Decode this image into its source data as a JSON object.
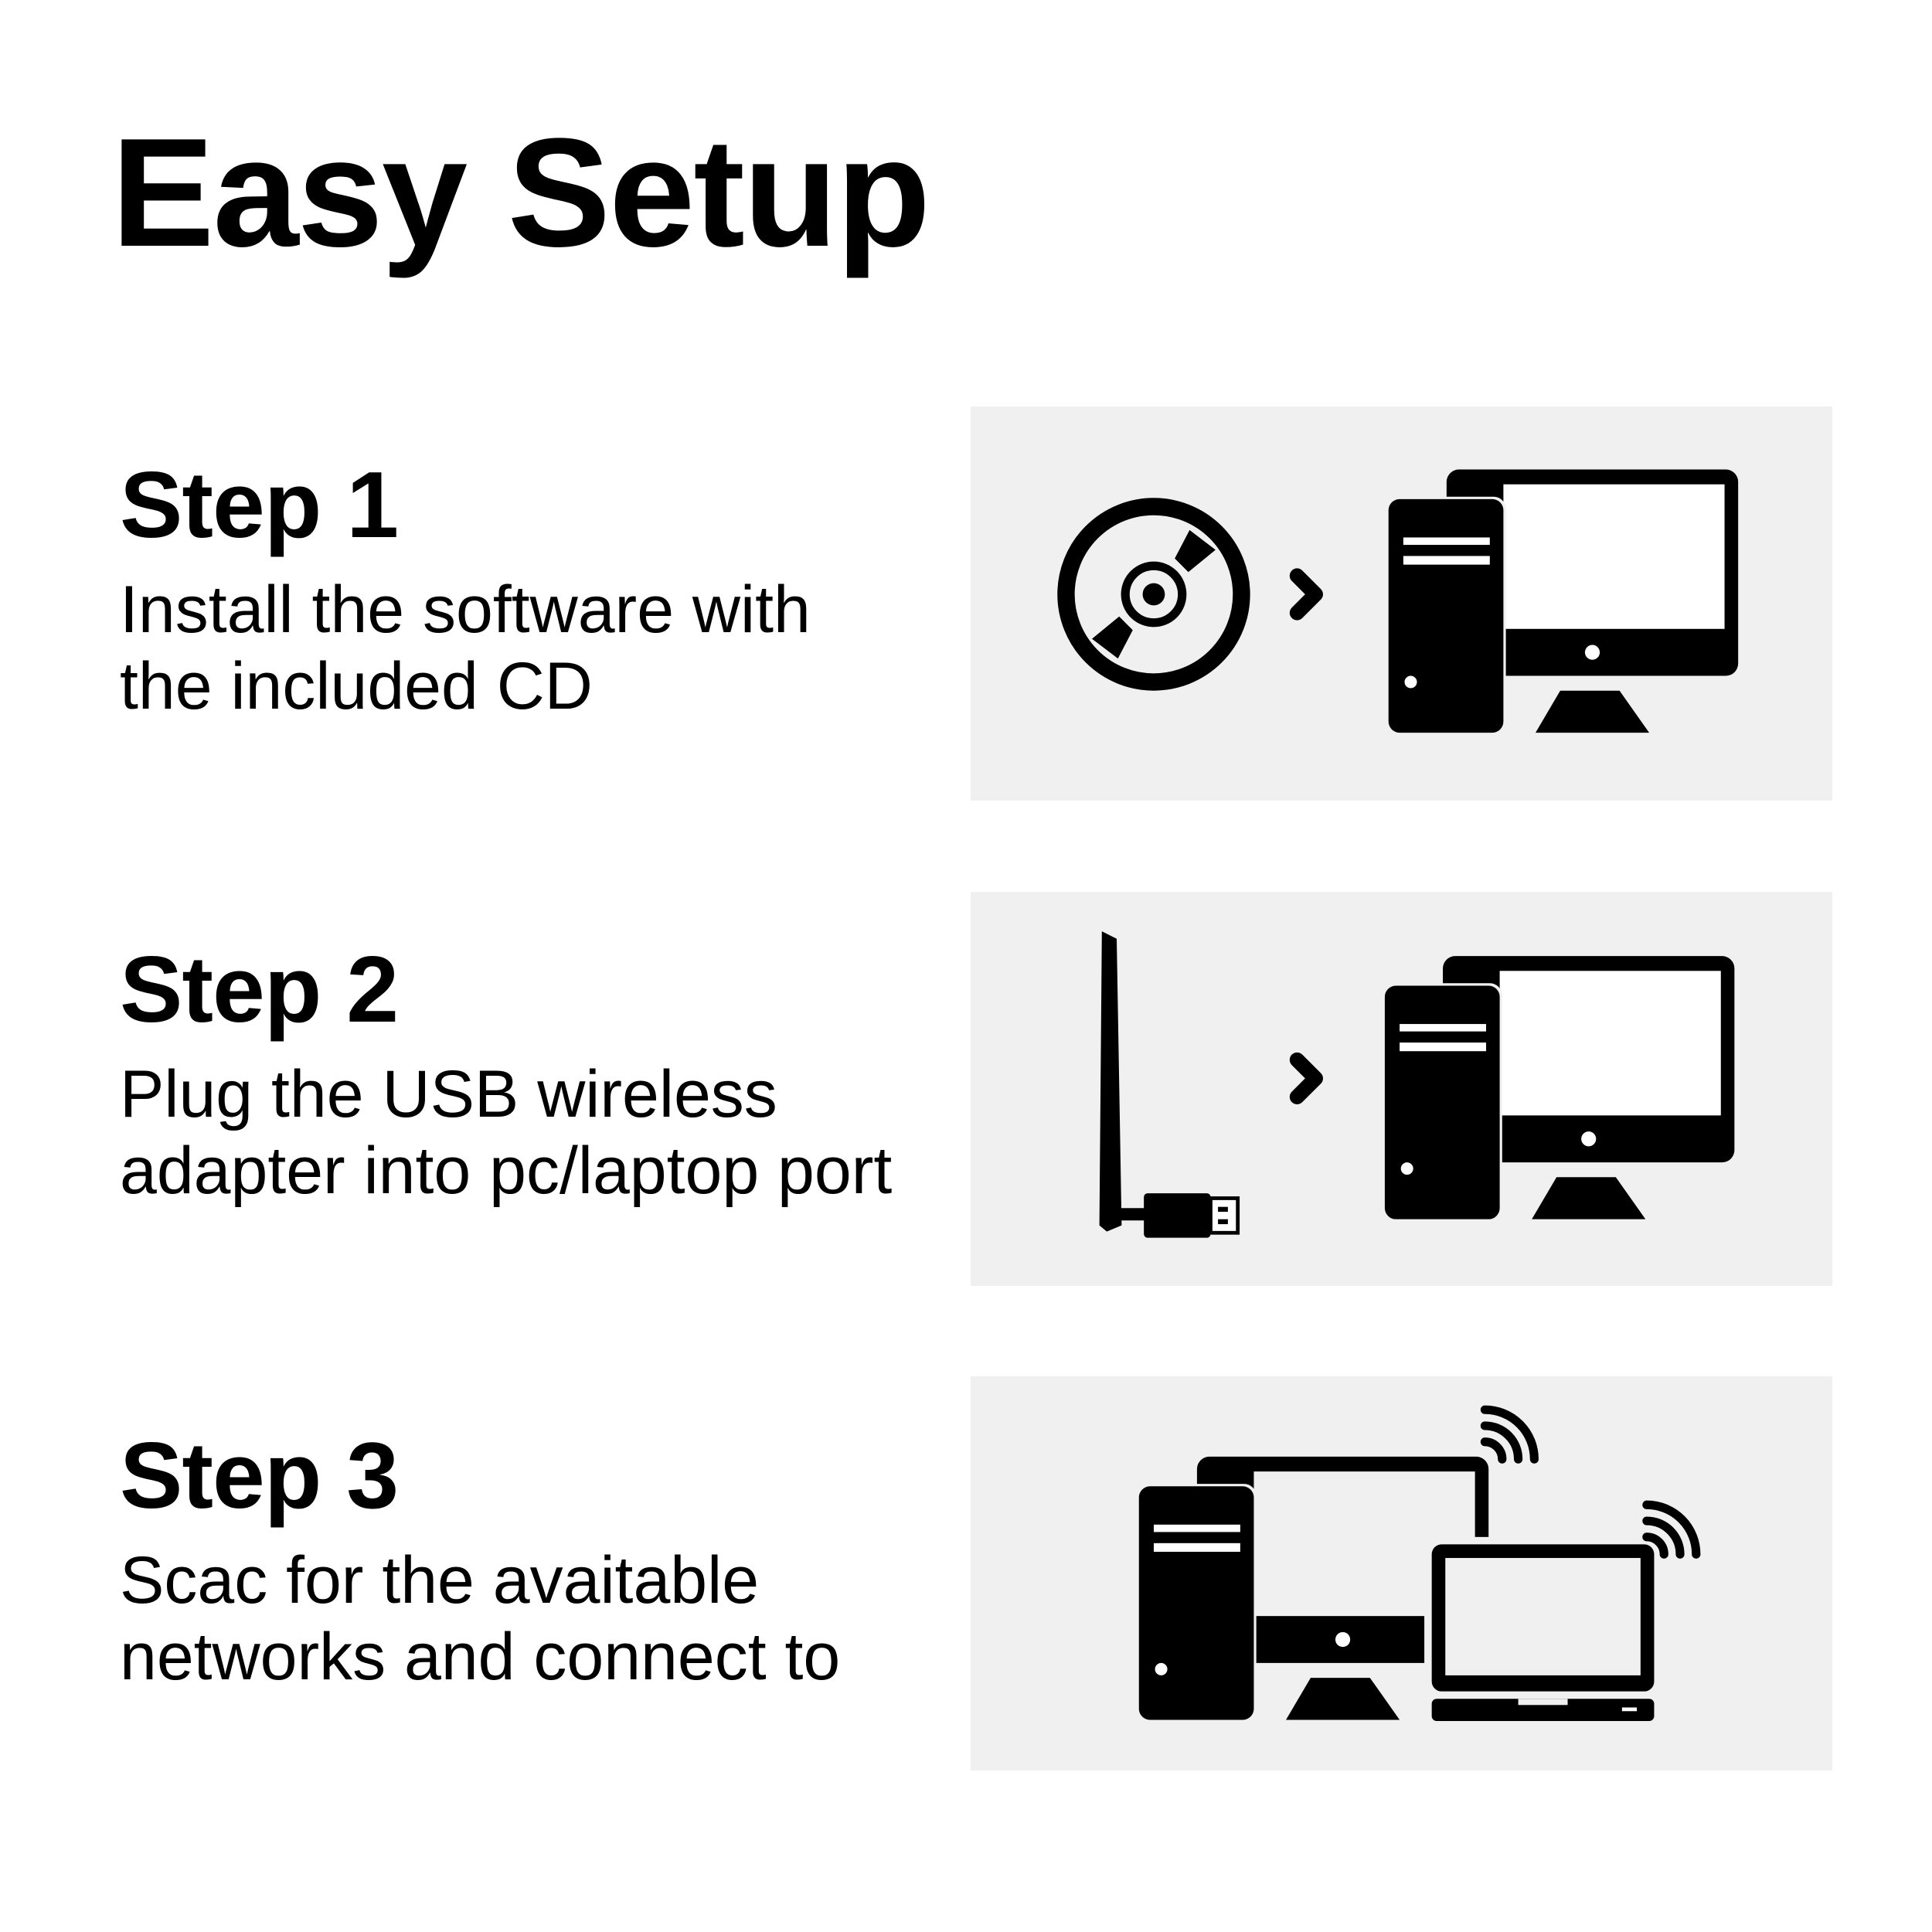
{
  "title": "Easy Setup",
  "steps": [
    {
      "heading": "Step 1",
      "lines": [
        "Install the software with",
        "the included CD"
      ],
      "icons": [
        "cd-icon",
        "chevron-right-icon",
        "desktop-computer-icon"
      ]
    },
    {
      "heading": "Step 2",
      "lines": [
        "Plug the USB wireless",
        "adapter into pc/laptop port"
      ],
      "icons": [
        "usb-wifi-adapter-icon",
        "chevron-right-icon",
        "desktop-computer-icon"
      ]
    },
    {
      "heading": "Step 3",
      "lines": [
        "Scac for the avaitable",
        "networks and connect to"
      ],
      "icons": [
        "desktop-computer-icon",
        "laptop-icon",
        "wifi-signal-icon"
      ]
    }
  ],
  "colors": {
    "panel_bg": "#f0f0f0",
    "text": "#000000"
  }
}
